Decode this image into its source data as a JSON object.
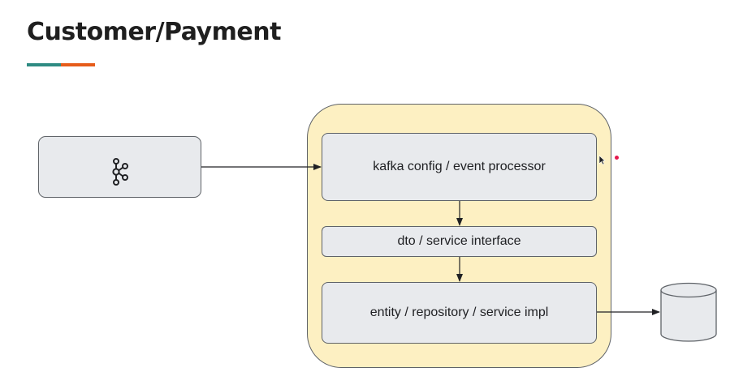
{
  "slide": {
    "title": "Customer/Payment"
  },
  "colors": {
    "accent_teal": "#2e8b82",
    "accent_orange": "#e65c1a",
    "container_fill": "#fdf0c2",
    "box_fill": "#e8eaed",
    "laser_dot": "#e5194d"
  },
  "diagram": {
    "source": {
      "icon": "kafka-icon"
    },
    "service": {
      "layers": [
        {
          "label": "kafka config / event processor"
        },
        {
          "label": "dto / service interface"
        },
        {
          "label": "entity / repository / service impl"
        }
      ]
    },
    "sink": {
      "icon": "database-icon"
    }
  }
}
